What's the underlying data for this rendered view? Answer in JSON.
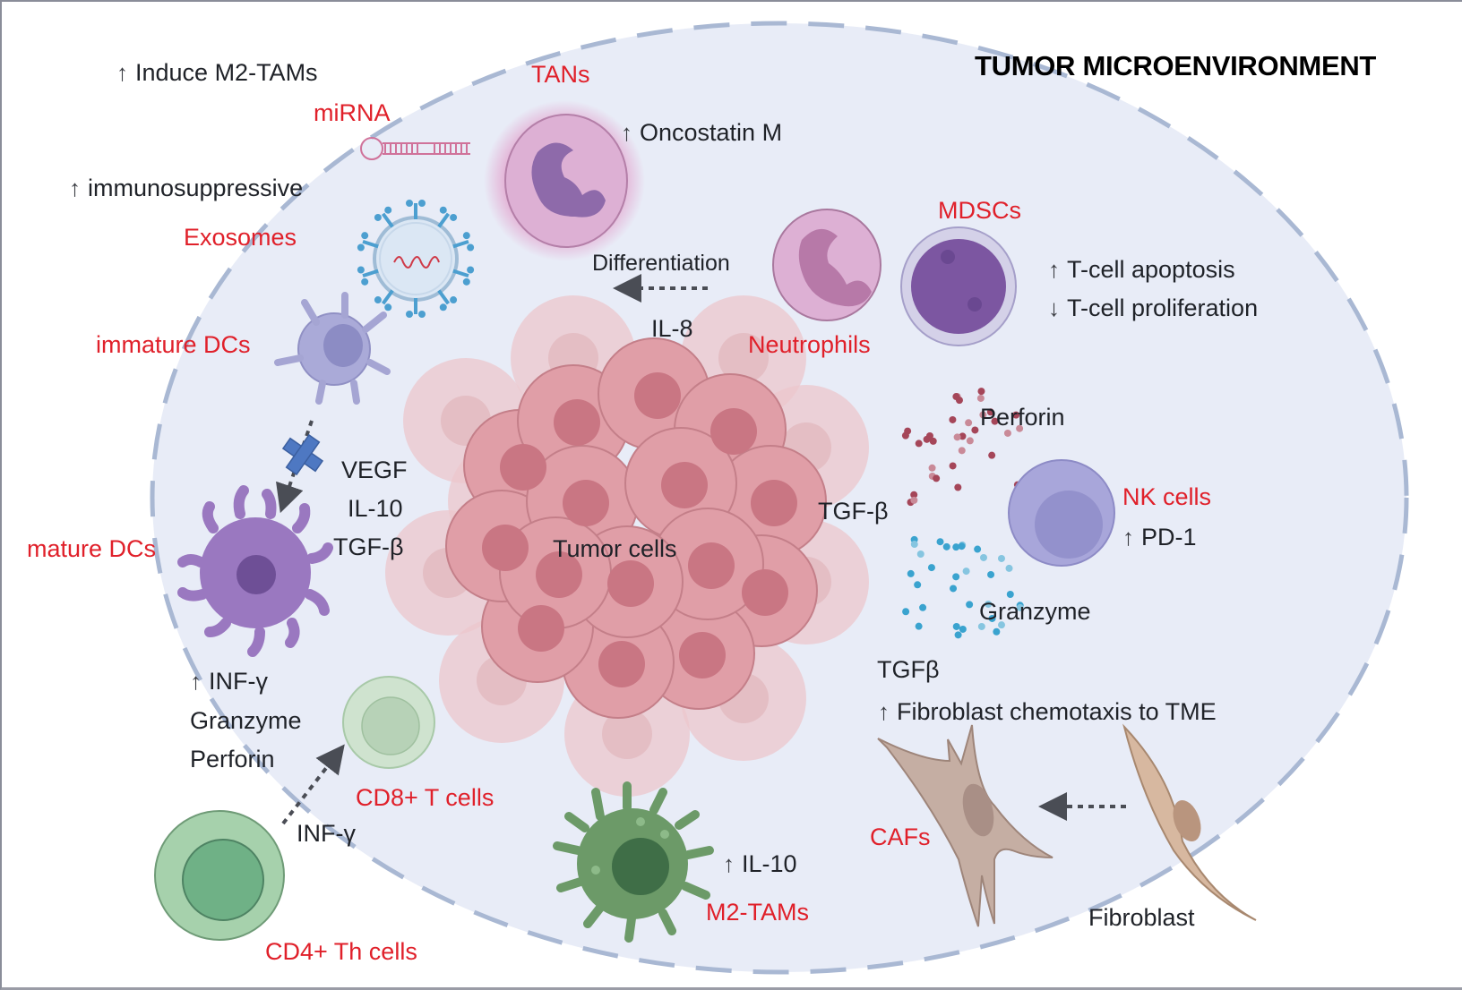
{
  "title": "TUMOR MICROENVIRONMENT",
  "colors": {
    "cell_label": "#e0202a",
    "text": "#1f2228",
    "tme_fill": "#e8ecf7",
    "tme_border": "#a9b8d3",
    "tumor": "#d98592",
    "exosome": "#4c9fd0",
    "perforin_dots": "#a54659",
    "granzyme_dots": "#3aa3cf",
    "tams": "#5d8f5c",
    "t_cells": "#88bb8f",
    "fibroblast": "#c9ab98"
  },
  "cells": {
    "tans": {
      "label": "TANs",
      "effect_arrow": "up",
      "effect": "Oncostatin M"
    },
    "mirna": {
      "label": "miRNA",
      "effect_arrow": "up",
      "effect": "Induce M2-TAMs"
    },
    "exosomes": {
      "label": "Exosomes",
      "effect_arrow": "up",
      "effect": "immunosuppressive"
    },
    "immature_dcs": {
      "label": "immature DCs"
    },
    "mature_dcs": {
      "label": "mature DCs",
      "effects": [
        {
          "arrow": "up",
          "text": "INF-γ"
        },
        {
          "arrow": "",
          "text": "Granzyme"
        },
        {
          "arrow": "",
          "text": "Perforin"
        }
      ]
    },
    "neutrophils": {
      "label": "Neutrophils",
      "process": "Differentiation",
      "signal": "IL-8"
    },
    "mdscs": {
      "label": "MDSCs",
      "effects": [
        {
          "arrow": "up",
          "text": "T-cell apoptosis"
        },
        {
          "arrow": "down",
          "text": "T-cell proliferation"
        }
      ]
    },
    "tumor": {
      "label": "Tumor cells",
      "secreted": [
        "VEGF",
        "IL-10",
        "TGF-β"
      ],
      "to_nk": "TGF-β"
    },
    "nk_cells": {
      "label": "NK cells",
      "effect_arrow": "up",
      "effect": "PD-1",
      "granules": [
        "Perforin",
        "Granzyme"
      ]
    },
    "cafs": {
      "label": "CAFs",
      "signal": "TGFβ",
      "effect_arrow": "up",
      "effect": "Fibroblast chemotaxis to TME"
    },
    "fibroblast": {
      "label": "Fibroblast"
    },
    "cd8": {
      "label": "CD8+ T cells"
    },
    "cd4": {
      "label": "CD4+ Th cells",
      "signal": "INF-γ"
    },
    "m2_tams": {
      "label": "M2-TAMs",
      "effect_arrow": "up",
      "effect": "IL-10"
    }
  },
  "glyphs": {
    "up": "↑",
    "down": "↓"
  }
}
